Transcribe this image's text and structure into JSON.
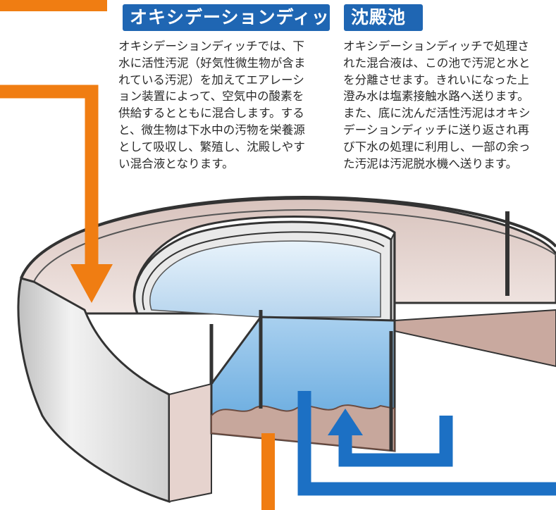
{
  "oxidation_ditch": {
    "title": "オキシデーションディッチ",
    "description": "オキシデーションディッチでは、下\n水に活性汚泥（好気性微生物が含ま\nれている汚泥）を加えてエアレーシ\nョン装置によって、空気中の酸素を\n供給するとともに混合します。する\nと、微生物は下水中の汚物を栄養源\nとして吸収し、繁殖し、沈殿しやす\nい混合液となります。"
  },
  "sedimentation_tank": {
    "title": "沈殿池",
    "description": "オキシデーションディッチで処理さ\nれた混合液は、この池で汚泥と水と\nを分離させます。きれいになった上\n澄み水は塩素接触水路へ送ります。\nまた、底に沈んだ活性汚泥はオキシ\nデーションディッチに送り返され再\nび下水の処理に利用し、一部の余っ\nた汚泥は汚泥脱水機へ送ります。"
  },
  "colors": {
    "heading_bg": "#1f66b3",
    "flow_orange": "#f07d12",
    "flow_blue": "#1c70c4",
    "wall_gray": "#d8d8d8",
    "liquid_pink": "#e9d7d2",
    "water_blue": "#cfe3f3",
    "sludge_brown": "#c5a89e"
  }
}
